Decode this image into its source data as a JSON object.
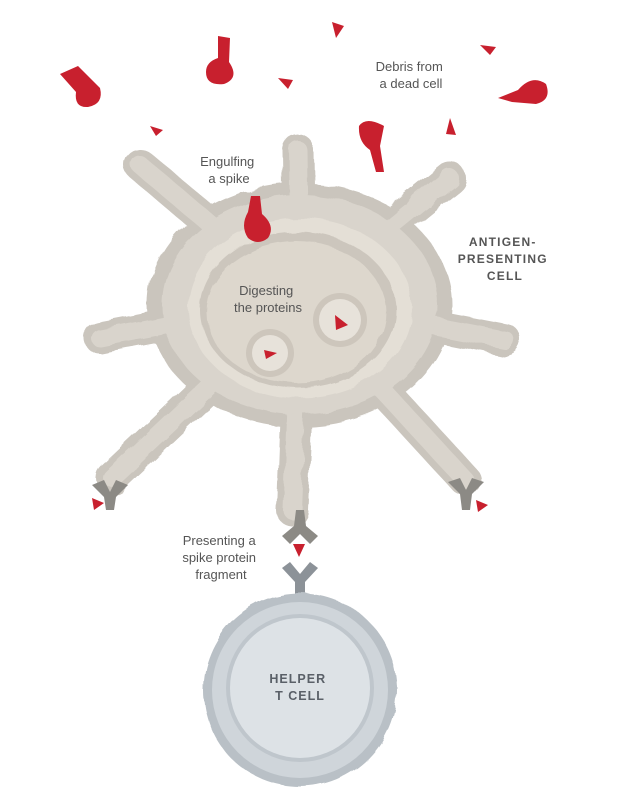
{
  "labels": {
    "debris": [
      "Debris from",
      "a dead cell"
    ],
    "engulfing": [
      "Engulfing",
      "a spike"
    ],
    "antigen_cell": [
      "ANTIGEN-",
      "PRESENTING",
      "CELL"
    ],
    "digesting": [
      "Digesting",
      "the proteins"
    ],
    "presenting": [
      "Presenting a",
      "spike protein",
      "fragment"
    ],
    "helper_cell": [
      "HELPER",
      "T CELL"
    ]
  },
  "colors": {
    "spike_red": "#c8202e",
    "cell_outer": "#cac5bd",
    "cell_body": "#d9d4cc",
    "cell_inner": "#e4dfd6",
    "receptor": "#8c8a85",
    "tcell_outer": "#c0c6cc",
    "tcell_inner": "#dde2e6"
  }
}
